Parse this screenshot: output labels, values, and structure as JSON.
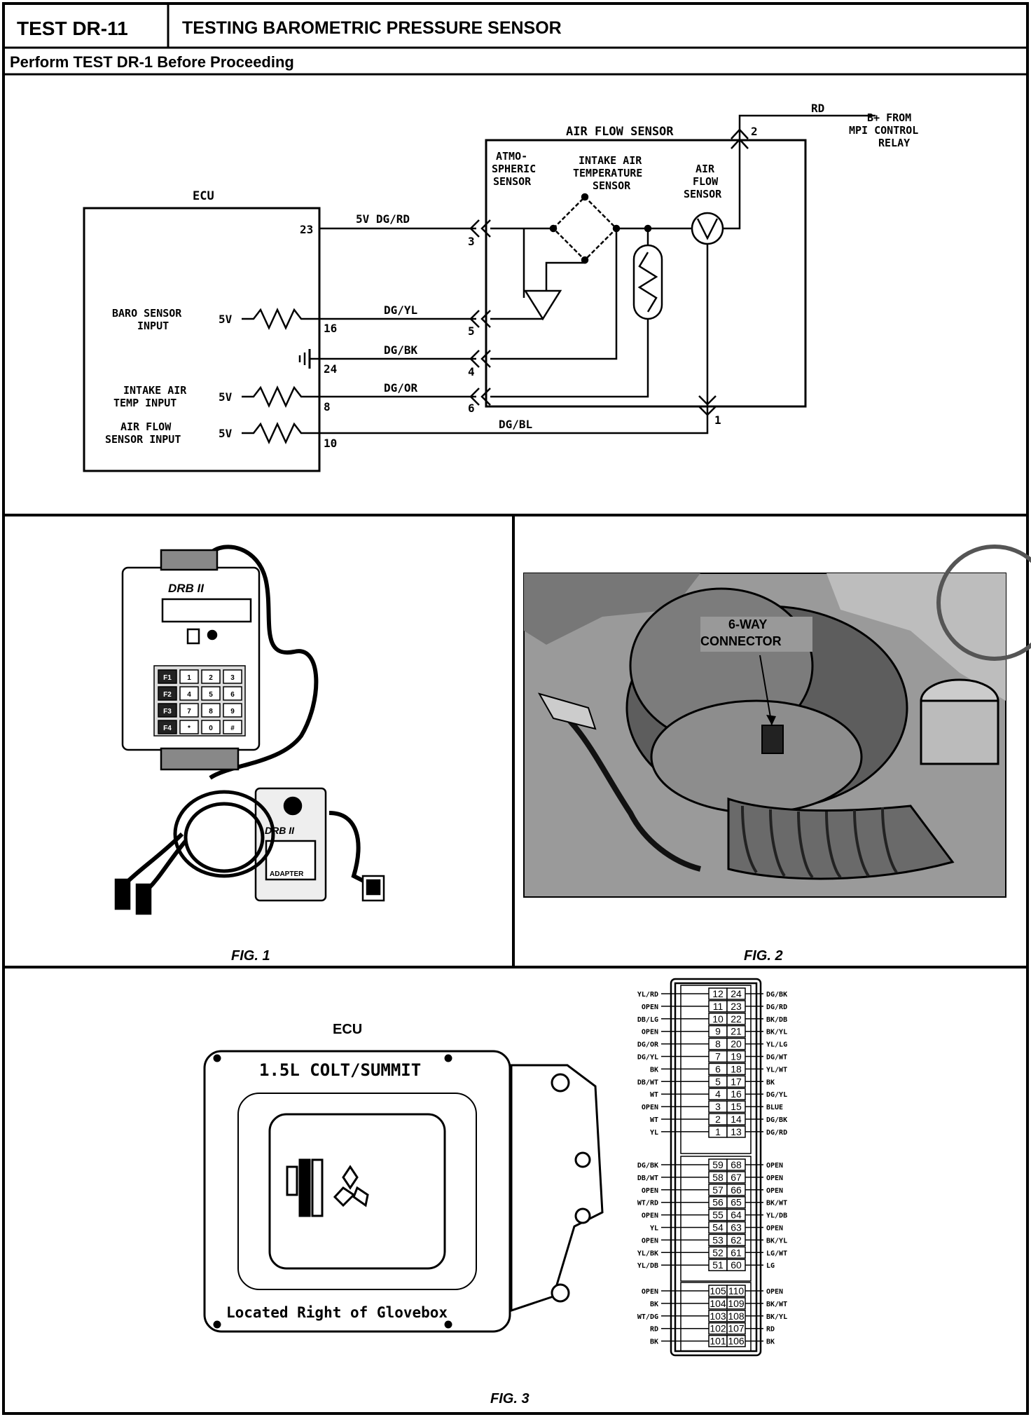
{
  "header": {
    "test_id": "TEST DR-11",
    "title": "TESTING BAROMETRIC PRESSURE SENSOR",
    "subtitle": "Perform TEST DR-1 Before Proceeding"
  },
  "schematic": {
    "ecu_label": "ECU",
    "afs_box_label": "AIR FLOW SENSOR",
    "atmo_label": [
      "ATMO-",
      "SPHERIC",
      "SENSOR"
    ],
    "iat_label": [
      "INTAKE AIR",
      "TEMPERATURE",
      "SENSOR"
    ],
    "afs_label": [
      "AIR",
      "FLOW",
      "SENSOR"
    ],
    "b_plus_label": [
      "B+ FROM",
      "MPI CONTROL",
      "RELAY"
    ],
    "rd_wire": "RD",
    "inputs": {
      "baro": [
        "BARO SENSOR",
        "INPUT"
      ],
      "iat": [
        "INTAKE AIR",
        "TEMP INPUT"
      ],
      "afs": [
        "AIR FLOW",
        "SENSOR INPUT"
      ],
      "v5": "5V"
    },
    "wires": {
      "w23": "5V DG/RD",
      "w16": "DG/YL",
      "w24": "DG/BK",
      "w8": "DG/OR",
      "w10": "DG/BL"
    },
    "ecu_pins": {
      "p23": "23",
      "p16": "16",
      "p24": "24",
      "p8": "8",
      "p10": "10"
    },
    "conn_pins": {
      "c3": "3",
      "c5": "5",
      "c4": "4",
      "c6": "6",
      "c1": "1",
      "c2": "2"
    }
  },
  "fig1": {
    "caption": "FIG. 1",
    "tool_name": "DRB II",
    "adapter_label": "ADAPTER",
    "keys": [
      "F1",
      "1",
      "2",
      "3",
      "F2",
      "4",
      "5",
      "6",
      "F3",
      "7",
      "8",
      "9",
      "F4",
      "*",
      "0",
      "#"
    ]
  },
  "fig2": {
    "caption": "FIG. 2",
    "callout": [
      "6-WAY",
      "CONNECTOR"
    ]
  },
  "fig3": {
    "caption": "FIG. 3",
    "ecu_title": "ECU",
    "ecu_model": "1.5L COLT/SUMMIT",
    "location": "Located Right of Glovebox",
    "block1": [
      {
        "left_wire": "YL/RD",
        "left_pin": "12",
        "right_pin": "24",
        "right_wire": "DG/BK"
      },
      {
        "left_wire": "OPEN",
        "left_pin": "11",
        "right_pin": "23",
        "right_wire": "DG/RD"
      },
      {
        "left_wire": "DB/LG",
        "left_pin": "10",
        "right_pin": "22",
        "right_wire": "BK/DB"
      },
      {
        "left_wire": "OPEN",
        "left_pin": "9",
        "right_pin": "21",
        "right_wire": "BK/YL"
      },
      {
        "left_wire": "DG/OR",
        "left_pin": "8",
        "right_pin": "20",
        "right_wire": "YL/LG"
      },
      {
        "left_wire": "DG/YL",
        "left_pin": "7",
        "right_pin": "19",
        "right_wire": "DG/WT"
      },
      {
        "left_wire": "BK",
        "left_pin": "6",
        "right_pin": "18",
        "right_wire": "YL/WT"
      },
      {
        "left_wire": "DB/WT",
        "left_pin": "5",
        "right_pin": "17",
        "right_wire": "BK"
      },
      {
        "left_wire": "WT",
        "left_pin": "4",
        "right_pin": "16",
        "right_wire": "DG/YL"
      },
      {
        "left_wire": "OPEN",
        "left_pin": "3",
        "right_pin": "15",
        "right_wire": "BLUE"
      },
      {
        "left_wire": "WT",
        "left_pin": "2",
        "right_pin": "14",
        "right_wire": "DG/BK"
      },
      {
        "left_wire": "YL",
        "left_pin": "1",
        "right_pin": "13",
        "right_wire": "DG/RD"
      }
    ],
    "block2": [
      {
        "left_wire": "DG/BK",
        "left_pin": "59",
        "right_pin": "68",
        "right_wire": "OPEN"
      },
      {
        "left_wire": "DB/WT",
        "left_pin": "58",
        "right_pin": "67",
        "right_wire": "OPEN"
      },
      {
        "left_wire": "OPEN",
        "left_pin": "57",
        "right_pin": "66",
        "right_wire": "OPEN"
      },
      {
        "left_wire": "WT/RD",
        "left_pin": "56",
        "right_pin": "65",
        "right_wire": "BK/WT"
      },
      {
        "left_wire": "OPEN",
        "left_pin": "55",
        "right_pin": "64",
        "right_wire": "YL/DB"
      },
      {
        "left_wire": "YL",
        "left_pin": "54",
        "right_pin": "63",
        "right_wire": "OPEN"
      },
      {
        "left_wire": "OPEN",
        "left_pin": "53",
        "right_pin": "62",
        "right_wire": "BK/YL"
      },
      {
        "left_wire": "YL/BK",
        "left_pin": "52",
        "right_pin": "61",
        "right_wire": "LG/WT"
      },
      {
        "left_wire": "YL/DB",
        "left_pin": "51",
        "right_pin": "60",
        "right_wire": "LG"
      }
    ],
    "block3": [
      {
        "left_wire": "OPEN",
        "left_pin": "105",
        "right_pin": "110",
        "right_wire": "OPEN"
      },
      {
        "left_wire": "BK",
        "left_pin": "104",
        "right_pin": "109",
        "right_wire": "BK/WT"
      },
      {
        "left_wire": "WT/DG",
        "left_pin": "103",
        "right_pin": "108",
        "right_wire": "BK/YL"
      },
      {
        "left_wire": "RD",
        "left_pin": "102",
        "right_pin": "107",
        "right_wire": "RD"
      },
      {
        "left_wire": "BK",
        "left_pin": "101",
        "right_pin": "106",
        "right_wire": "BK"
      }
    ]
  }
}
